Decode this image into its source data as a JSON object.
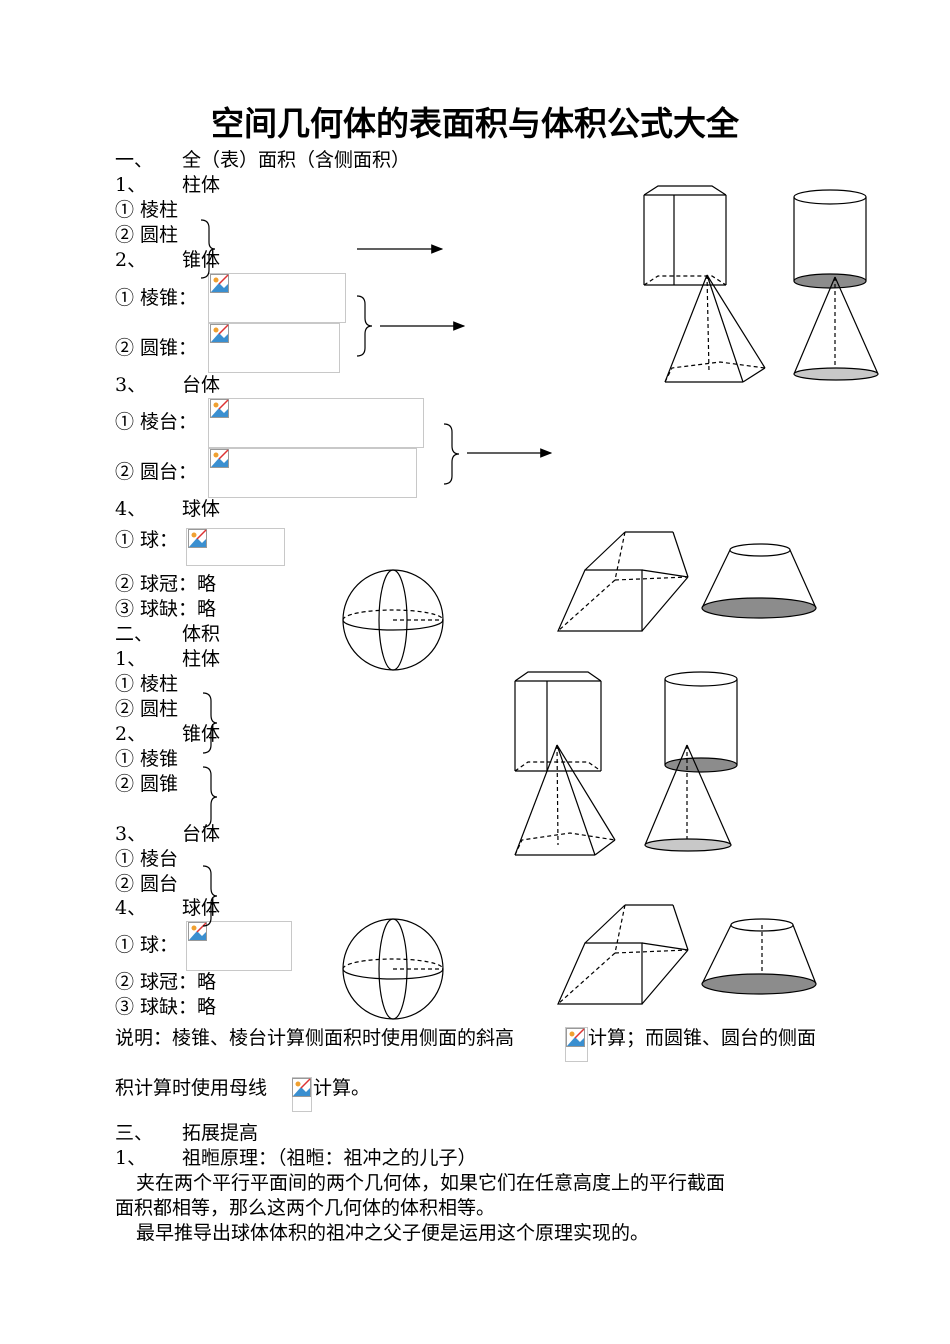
{
  "title": "空间几何体的表面积与体积公式大全",
  "section1": {
    "heading_num": "一、",
    "heading": "全（表）面积（含侧面积）",
    "prism": {
      "num": "1、",
      "label": "柱体",
      "items": [
        "① 棱柱",
        "② 圆柱"
      ]
    },
    "cone": {
      "num": "2、",
      "label": "锥体",
      "items": [
        "① 棱锥：",
        "② 圆锥："
      ]
    },
    "frustum": {
      "num": "3、",
      "label": "台体",
      "items": [
        "① 棱台：",
        "② 圆台："
      ]
    },
    "sphere": {
      "num": "4、",
      "label": "球体",
      "items": [
        "① 球：",
        "② 球冠：略",
        "③ 球缺：略"
      ]
    }
  },
  "section2": {
    "heading_num": "二、",
    "heading": "体积",
    "prism": {
      "num": "1、",
      "label": "柱体",
      "items": [
        "① 棱柱",
        "② 圆柱"
      ]
    },
    "cone": {
      "num": "2、",
      "label": "锥体",
      "items": [
        "① 棱锥",
        "② 圆锥"
      ]
    },
    "frustum": {
      "num": "3、",
      "label": "台体",
      "items": [
        "① 棱台",
        "② 圆台"
      ]
    },
    "sphere": {
      "num": "4、",
      "label": "球体",
      "items": [
        "① 球：",
        "② 球冠：略",
        "③ 球缺：略"
      ]
    }
  },
  "note": {
    "line1_a": "说明：棱锥、棱台计算侧面积时使用侧面的斜高",
    "line1_b": "计算；而圆锥、圆台的侧面",
    "line2_a": "积计算时使用母线",
    "line2_b": "计算。"
  },
  "section3": {
    "heading_num": "三、",
    "heading": "拓展提高",
    "item_num": "1、",
    "item": "祖暅原理：（祖暅：祖冲之的儿子）",
    "para1_l1": "夹在两个平行平面间的两个几何体，如果它们在任意高度上的平行截面",
    "para1_l2": "面积都相等，那么这两个几何体的体积相等。",
    "para2": "最早推导出球体体积的祖冲之父子便是运用这个原理实现的。"
  },
  "colors": {
    "shade": "#8c8c8c",
    "light_shade": "#c8c8c8",
    "placeholder_border": "#c8c8c8"
  },
  "icons": [
    "broken-image-icon"
  ]
}
